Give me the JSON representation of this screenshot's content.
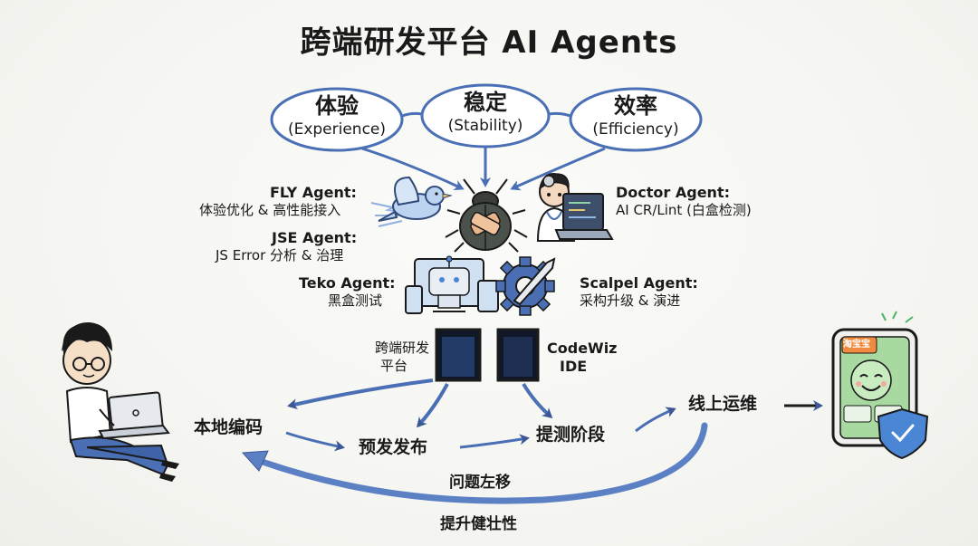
{
  "title": "跨端研发平台 AI Agents",
  "pillars": [
    {
      "cn": "体验",
      "en": "(Experience)"
    },
    {
      "cn": "稳定",
      "en": "(Stability)"
    },
    {
      "cn": "效率",
      "en": "(Efficiency)"
    }
  ],
  "agents": {
    "fly": {
      "name": "FLY Agent:",
      "desc": "体验优化 & 高性能接入"
    },
    "jse": {
      "name": "JSE Agent:",
      "desc": "JS Error 分析 & 治理"
    },
    "teko": {
      "name": "Teko Agent:",
      "desc": "黑盒测试"
    },
    "doctor": {
      "name": "Doctor Agent:",
      "desc": "AI CR/Lint (白盒检测)"
    },
    "scalpel": {
      "name": "Scalpel Agent:",
      "desc": "采构升级 & 演进"
    }
  },
  "portals": {
    "left": {
      "line1": "跨端研发",
      "line2": "平台"
    },
    "right": {
      "line1": "CodeWiz",
      "line2": "IDE"
    }
  },
  "stages": {
    "local_coding": "本地编码",
    "pre_release": "预发发布",
    "testing": "提测阶段",
    "online_ops": "线上运维"
  },
  "loop": {
    "shift_left": "问题左移",
    "robustness": "提升健壮性"
  },
  "phone_app_badge": "淘宝宝",
  "colors": {
    "arrow": "#4a6fb5",
    "bird": "#a9c6ea",
    "phone_screen": "#a8d9a0",
    "shield": "#4a86d4"
  }
}
